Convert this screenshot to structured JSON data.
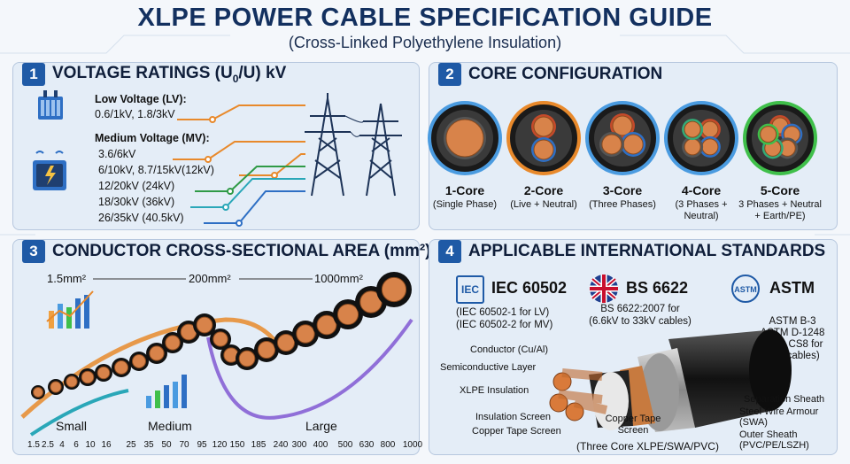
{
  "header": {
    "title": "XLPE POWER CABLE SPECIFICATION GUIDE",
    "subtitle": "(Cross-Linked Polyethylene Insulation)"
  },
  "voltage": {
    "num": "1",
    "title_pre": "VOLTAGE RATINGS (U",
    "title_sub": "0",
    "title_post": "/U) kV",
    "lv_label": "Low Voltage (LV):",
    "lv_values": "0.6/1kV, 1.8/3kV",
    "mv_label": "Medium Voltage (MV):",
    "mv_values": [
      "3.6/6kV",
      "6/10kV, 8.7/15kV(12kV)",
      "12/20kV (24kV)",
      "18/30kV (36kV)",
      "26/35kV (40.5kV)"
    ],
    "line_colors": [
      "#e8892b",
      "#e8892b",
      "#2f9a46",
      "#2aa7b8",
      "#2e6fc4"
    ]
  },
  "cores": {
    "num": "2",
    "title": "CORE CONFIGURATION",
    "items": [
      {
        "name": "1-Core",
        "desc": [
          "(Single Phase)"
        ],
        "ring": "#4a9be0"
      },
      {
        "name": "2-Core",
        "desc": [
          "(Live + Neutral)"
        ],
        "ring": "#e8892b"
      },
      {
        "name": "3-Core",
        "desc": [
          "(Three Phases)"
        ],
        "ring": "#4a9be0"
      },
      {
        "name": "4-Core",
        "desc": [
          "(3 Phases +",
          "Neutral)"
        ],
        "ring": "#4a9be0"
      },
      {
        "name": "5-Core",
        "desc": [
          "3 Phases + Neutral",
          "+ Earth/PE)"
        ],
        "ring": "#3fbf4a"
      }
    ]
  },
  "area": {
    "num": "3",
    "title": "CONDUCTOR CROSS-SECTIONAL AREA (mm²)",
    "scale": [
      "1.5mm²",
      "200mm²",
      "1000mm²"
    ],
    "groups": [
      {
        "label": "Small",
        "sizes": [
          "1.5",
          "2.5",
          "4",
          "6",
          "10"
        ]
      },
      {
        "label": "Medium",
        "sizes": [
          "16",
          "25",
          "35",
          "50",
          "70",
          "95"
        ]
      },
      {
        "label": "Large",
        "sizes": [
          "120",
          "150",
          "185",
          "240",
          "300",
          "400",
          "500",
          "630",
          "800",
          "1000"
        ]
      }
    ]
  },
  "standards": {
    "num": "4",
    "title": "APPLICABLE INTERNATIONAL STANDARDS",
    "iec": {
      "logo": "IEC",
      "name": "IEC 60502",
      "notes": [
        "(IEC 60502-1 for LV)",
        "(IEC 60502-2 for MV)"
      ]
    },
    "bs": {
      "name": "BS 6622",
      "notes": [
        "BS 6622:2007 for",
        "(6.6kV to 33kV cables)"
      ]
    },
    "astm": {
      "logo": "ASTM",
      "name": "ASTM",
      "notes": [
        "ASTM B-3",
        "ASTM D-1248",
        "AEIC CS8 for",
        "(MV cables)"
      ]
    },
    "layers_left": [
      "Conductor (Cu/Al)",
      "Semiconductive Layer",
      "XLPE Insulation",
      "Insulation Screen",
      "Copper Tape Screen"
    ],
    "layers_mid": [
      "Copper Tape",
      "Screen"
    ],
    "layers_right": [
      "Separation Sheath",
      "Steel Wire Armour",
      "(SWA)",
      "Outer Sheath",
      "(PVC/PE/LSZH)"
    ],
    "caption": "(Three Core XLPE/SWA/PVC)"
  }
}
